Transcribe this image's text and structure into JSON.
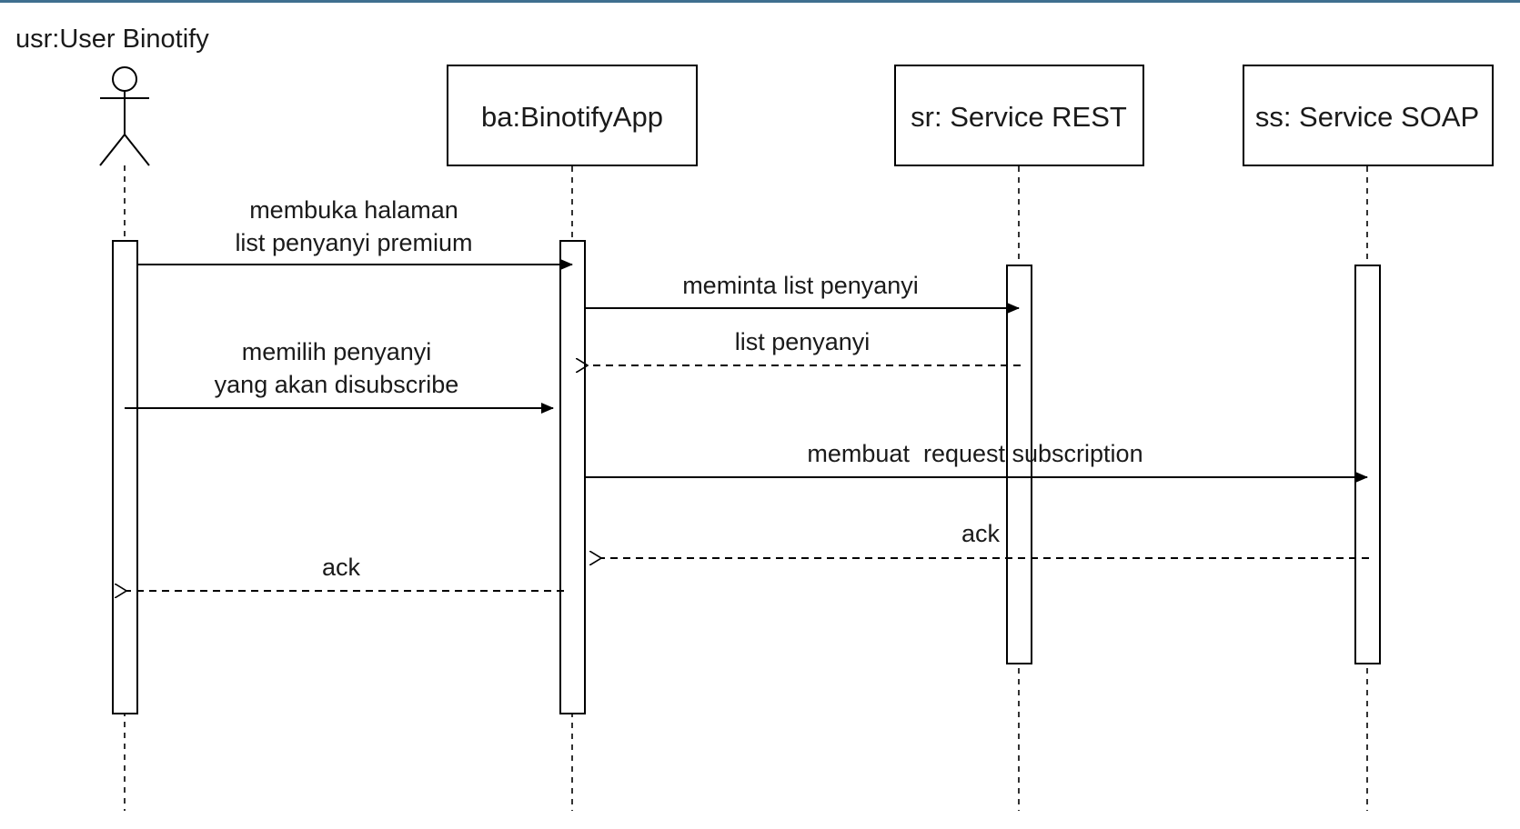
{
  "participants": [
    {
      "id": "usr",
      "label": "usr:User Binotify",
      "kind": "actor"
    },
    {
      "id": "ba",
      "label": "ba:BinotifyApp",
      "kind": "object"
    },
    {
      "id": "sr",
      "label": "sr: Service REST",
      "kind": "object"
    },
    {
      "id": "ss",
      "label": "ss: Service SOAP",
      "kind": "object"
    }
  ],
  "messages": [
    {
      "from": "usr",
      "to": "ba",
      "type": "sync",
      "lines": [
        "membuka halaman",
        "list penyanyi premium"
      ]
    },
    {
      "from": "ba",
      "to": "sr",
      "type": "sync",
      "lines": [
        "meminta list penyanyi"
      ]
    },
    {
      "from": "sr",
      "to": "ba",
      "type": "return",
      "lines": [
        "list penyanyi"
      ]
    },
    {
      "from": "usr",
      "to": "ba",
      "type": "sync",
      "lines": [
        "memilih penyanyi",
        "yang akan disubscribe"
      ]
    },
    {
      "from": "ba",
      "to": "ss",
      "type": "sync",
      "lines": [
        "membuat  request subscription"
      ]
    },
    {
      "from": "ss",
      "to": "ba",
      "type": "return",
      "lines": [
        "ack"
      ]
    },
    {
      "from": "ba",
      "to": "usr",
      "type": "return",
      "lines": [
        "ack"
      ]
    }
  ],
  "colors": {
    "line": "#000000",
    "text": "#1a1a1a",
    "accent_bar": "#3f6f8f"
  }
}
